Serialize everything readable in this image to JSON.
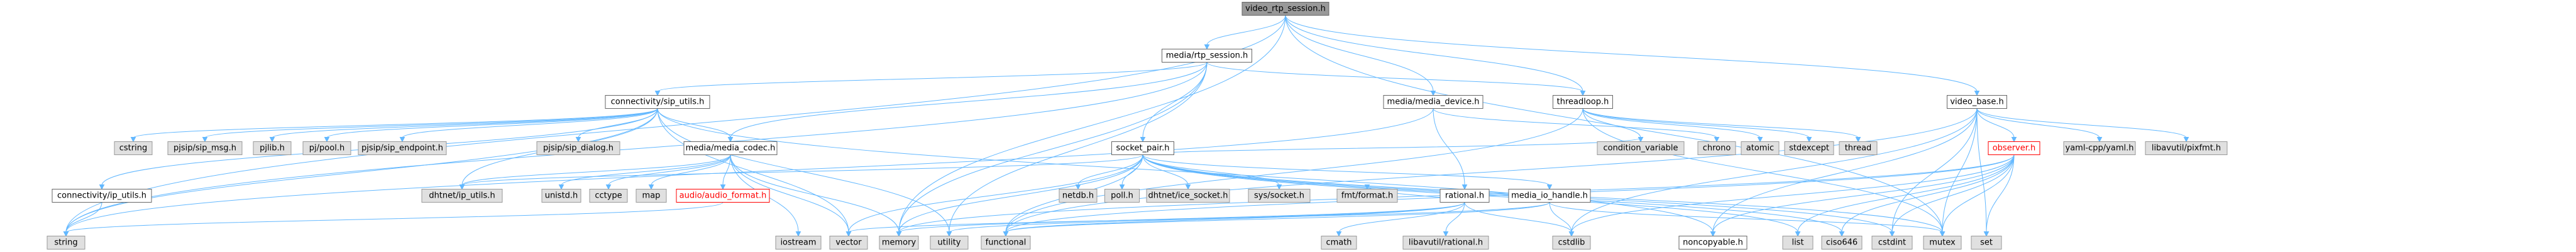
{
  "nodes": [
    {
      "id": "video_rtp_session",
      "label": "video_rtp_session.h",
      "kind": "root"
    },
    {
      "id": "rtp_session",
      "label": "media/rtp_session.h",
      "kind": "link"
    },
    {
      "id": "threadloop",
      "label": "threadloop.h",
      "kind": "link"
    },
    {
      "id": "media_device",
      "label": "media/media_device.h",
      "kind": "link"
    },
    {
      "id": "video_base",
      "label": "video_base.h",
      "kind": "link"
    },
    {
      "id": "sip_utils",
      "label": "connectivity/sip_utils.h",
      "kind": "link"
    },
    {
      "id": "socket_pair",
      "label": "socket_pair.h",
      "kind": "link"
    },
    {
      "id": "cstring",
      "label": "cstring",
      "kind": "ext"
    },
    {
      "id": "sip_msg",
      "label": "pjsip/sip_msg.h",
      "kind": "ext"
    },
    {
      "id": "pjlib",
      "label": "pjlib.h",
      "kind": "ext"
    },
    {
      "id": "pool",
      "label": "pj/pool.h",
      "kind": "ext"
    },
    {
      "id": "sip_endpoint",
      "label": "pjsip/sip_endpoint.h",
      "kind": "ext"
    },
    {
      "id": "sip_dialog",
      "label": "pjsip/sip_dialog.h",
      "kind": "ext"
    },
    {
      "id": "media_codec",
      "label": "media/media_codec.h",
      "kind": "link"
    },
    {
      "id": "netdb",
      "label": "netdb.h",
      "kind": "ext"
    },
    {
      "id": "poll",
      "label": "poll.h",
      "kind": "ext"
    },
    {
      "id": "ice_socket",
      "label": "dhtnet/ice_socket.h",
      "kind": "ext"
    },
    {
      "id": "sys_socket",
      "label": "sys/socket.h",
      "kind": "ext"
    },
    {
      "id": "media_io_handle",
      "label": "media_io_handle.h",
      "kind": "link"
    },
    {
      "id": "rational",
      "label": "rational.h",
      "kind": "link"
    },
    {
      "id": "condition_variable",
      "label": "condition_variable",
      "kind": "ext"
    },
    {
      "id": "chrono",
      "label": "chrono",
      "kind": "ext"
    },
    {
      "id": "atomic",
      "label": "atomic",
      "kind": "ext"
    },
    {
      "id": "stdexcept",
      "label": "stdexcept",
      "kind": "ext"
    },
    {
      "id": "thread",
      "label": "thread",
      "kind": "ext"
    },
    {
      "id": "observer",
      "label": "observer.h",
      "kind": "warn"
    },
    {
      "id": "yaml",
      "label": "yaml-cpp/yaml.h",
      "kind": "ext"
    },
    {
      "id": "pixfmt",
      "label": "libavutil/pixfmt.h",
      "kind": "ext"
    },
    {
      "id": "ip_utils",
      "label": "connectivity/ip_utils.h",
      "kind": "link"
    },
    {
      "id": "dht_ip_utils",
      "label": "dhtnet/ip_utils.h",
      "kind": "ext"
    },
    {
      "id": "unistd",
      "label": "unistd.h",
      "kind": "ext"
    },
    {
      "id": "cctype",
      "label": "cctype",
      "kind": "ext"
    },
    {
      "id": "map",
      "label": "map",
      "kind": "ext"
    },
    {
      "id": "audio_format",
      "label": "audio/audio_format.h",
      "kind": "warn"
    },
    {
      "id": "iostream",
      "label": "iostream",
      "kind": "ext"
    },
    {
      "id": "vector",
      "label": "vector",
      "kind": "ext"
    },
    {
      "id": "memory",
      "label": "memory",
      "kind": "ext"
    },
    {
      "id": "utility",
      "label": "utility",
      "kind": "ext"
    },
    {
      "id": "functional",
      "label": "functional",
      "kind": "ext"
    },
    {
      "id": "cmath",
      "label": "cmath",
      "kind": "ext"
    },
    {
      "id": "fmt_format",
      "label": "fmt/format.h",
      "kind": "ext"
    },
    {
      "id": "av_rational",
      "label": "libavutil/rational.h",
      "kind": "ext"
    },
    {
      "id": "cstdlib",
      "label": "cstdlib",
      "kind": "ext"
    },
    {
      "id": "noncopyable",
      "label": "noncopyable.h",
      "kind": "link"
    },
    {
      "id": "list",
      "label": "list",
      "kind": "ext"
    },
    {
      "id": "ciso646",
      "label": "ciso646",
      "kind": "ext"
    },
    {
      "id": "cstdint",
      "label": "cstdint",
      "kind": "ext"
    },
    {
      "id": "mutex",
      "label": "mutex",
      "kind": "ext"
    },
    {
      "id": "set",
      "label": "set",
      "kind": "ext"
    },
    {
      "id": "string",
      "label": "string",
      "kind": "ext"
    }
  ],
  "edges": [
    [
      "video_rtp_session",
      "rtp_session"
    ],
    [
      "video_rtp_session",
      "threadloop"
    ],
    [
      "video_rtp_session",
      "media_device"
    ],
    [
      "video_rtp_session",
      "video_base"
    ],
    [
      "video_rtp_session",
      "string"
    ],
    [
      "video_rtp_session",
      "memory"
    ],
    [
      "video_rtp_session",
      "mutex"
    ],
    [
      "rtp_session",
      "sip_utils"
    ],
    [
      "rtp_session",
      "socket_pair"
    ],
    [
      "rtp_session",
      "media_codec"
    ],
    [
      "rtp_session",
      "threadloop"
    ],
    [
      "rtp_session",
      "string"
    ],
    [
      "rtp_session",
      "memory"
    ],
    [
      "rtp_session",
      "utility"
    ],
    [
      "sip_utils",
      "cstring"
    ],
    [
      "sip_utils",
      "sip_msg"
    ],
    [
      "sip_utils",
      "pjlib"
    ],
    [
      "sip_utils",
      "pool"
    ],
    [
      "sip_utils",
      "sip_endpoint"
    ],
    [
      "sip_utils",
      "sip_dialog"
    ],
    [
      "sip_utils",
      "media_codec"
    ],
    [
      "sip_utils",
      "ip_utils"
    ],
    [
      "sip_utils",
      "dht_ip_utils"
    ],
    [
      "sip_utils",
      "string"
    ],
    [
      "sip_utils",
      "vector"
    ],
    [
      "sip_utils",
      "utility"
    ],
    [
      "sip_utils",
      "noncopyable"
    ],
    [
      "socket_pair",
      "netdb"
    ],
    [
      "socket_pair",
      "poll"
    ],
    [
      "socket_pair",
      "ice_socket"
    ],
    [
      "socket_pair",
      "sys_socket"
    ],
    [
      "socket_pair",
      "media_io_handle"
    ],
    [
      "socket_pair",
      "condition_variable"
    ],
    [
      "socket_pair",
      "dht_ip_utils"
    ],
    [
      "socket_pair",
      "memory"
    ],
    [
      "socket_pair",
      "vector"
    ],
    [
      "socket_pair",
      "functional"
    ],
    [
      "socket_pair",
      "list"
    ],
    [
      "socket_pair",
      "ciso646"
    ],
    [
      "socket_pair",
      "cstdint"
    ],
    [
      "socket_pair",
      "mutex"
    ],
    [
      "media_io_handle",
      "cstdlib"
    ],
    [
      "media_io_handle",
      "functional"
    ],
    [
      "media_io_handle",
      "vector"
    ],
    [
      "media_io_handle",
      "mutex"
    ],
    [
      "media_device",
      "rational"
    ],
    [
      "media_device",
      "chrono"
    ],
    [
      "media_device",
      "string"
    ],
    [
      "rational",
      "utility"
    ],
    [
      "rational",
      "cmath"
    ],
    [
      "rational",
      "fmt_format"
    ],
    [
      "rational",
      "av_rational"
    ],
    [
      "rational",
      "cstdlib"
    ],
    [
      "rational",
      "functional"
    ],
    [
      "rational",
      "memory"
    ],
    [
      "media_codec",
      "dht_ip_utils"
    ],
    [
      "media_codec",
      "unistd"
    ],
    [
      "media_codec",
      "cctype"
    ],
    [
      "media_codec",
      "map"
    ],
    [
      "media_codec",
      "audio_format"
    ],
    [
      "media_codec",
      "iostream"
    ],
    [
      "media_codec",
      "vector"
    ],
    [
      "media_codec",
      "memory"
    ],
    [
      "audio_format",
      "string"
    ],
    [
      "ip_utils",
      "string"
    ],
    [
      "threadloop",
      "atomic"
    ],
    [
      "threadloop",
      "condition_variable"
    ],
    [
      "threadloop",
      "stdexcept"
    ],
    [
      "threadloop",
      "thread"
    ],
    [
      "threadloop",
      "functional"
    ],
    [
      "threadloop",
      "mutex"
    ],
    [
      "video_base",
      "observer"
    ],
    [
      "video_base",
      "yaml"
    ],
    [
      "video_base",
      "pixfmt"
    ],
    [
      "video_base",
      "noncopyable"
    ],
    [
      "video_base",
      "functional"
    ],
    [
      "video_base",
      "cstdlib"
    ],
    [
      "video_base",
      "cstdint"
    ],
    [
      "video_base",
      "mutex"
    ],
    [
      "video_base",
      "set"
    ],
    [
      "observer",
      "noncopyable"
    ],
    [
      "observer",
      "cstdlib"
    ],
    [
      "observer",
      "cstdint"
    ],
    [
      "observer",
      "memory"
    ],
    [
      "observer",
      "set"
    ],
    [
      "observer",
      "list"
    ],
    [
      "observer",
      "mutex"
    ],
    [
      "observer",
      "functional"
    ],
    [
      "observer",
      "ciso646"
    ]
  ]
}
